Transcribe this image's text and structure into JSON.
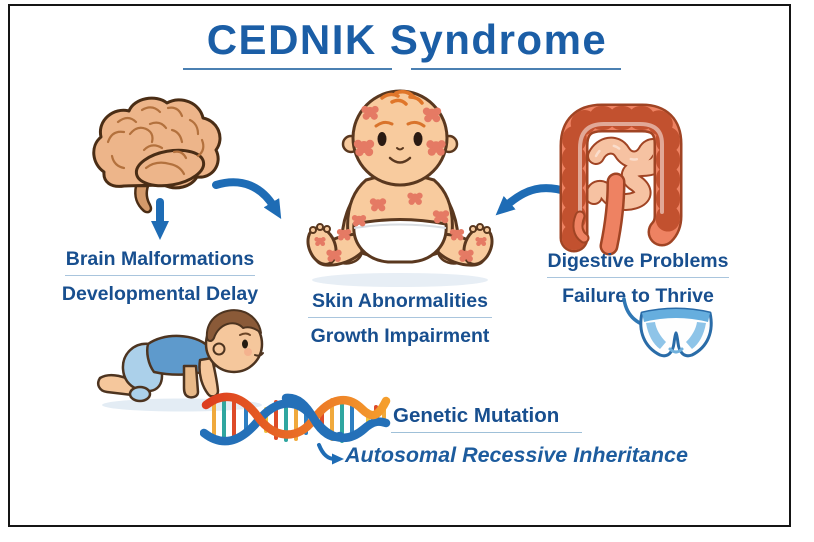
{
  "title": {
    "text": "CEDNIK Syndrome"
  },
  "features": [
    {
      "id": "brain",
      "label": "Brain Malformations",
      "sublabel": "Developmental Delay",
      "icon": "brain-icon"
    },
    {
      "id": "skin",
      "label": "Skin Abnormalities",
      "sublabel": "Growth Impairment",
      "icon": "baby-with-rash-icon"
    },
    {
      "id": "digestive",
      "label": "Digestive Problems",
      "sublabel": "Failure to Thrive",
      "icon": "intestines-icon"
    }
  ],
  "genetics": {
    "label": "Genetic Mutation",
    "sublabel": "Autosomal Recessive Inheritance",
    "icon": "dna-helix-icon"
  },
  "decorative_icons": [
    "crawling-baby-icon",
    "diaper-icon",
    "arrow-down-icon",
    "arrow-curved-right-icon",
    "arrow-curved-left-icon",
    "arrow-swoosh-icon"
  ],
  "colors": {
    "heading_blue": "#1b5ea6",
    "label_blue": "#184f8f",
    "arrow_blue": "#1e6cb5",
    "underline_light_blue": "#a9c5dd",
    "frame_black": "#151515",
    "dna_blue": "#2470b8",
    "dna_orange": "#e8561f",
    "skin_tone": "#f8cb9e",
    "rash_red": "#e57a64",
    "intestine_salmon": "#ee8262",
    "diaper_blue": "#66aede"
  }
}
